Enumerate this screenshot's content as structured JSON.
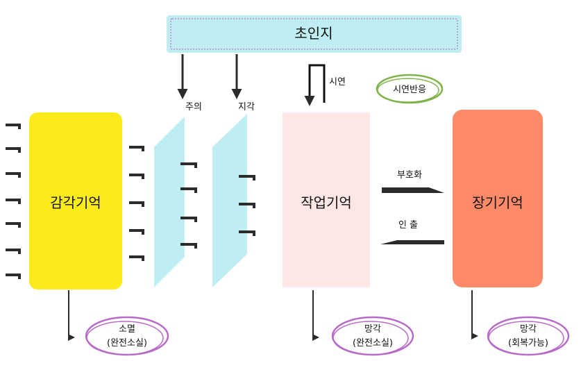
{
  "metacognition": {
    "label": "초인지"
  },
  "sensory_memory": {
    "label": "감각기억"
  },
  "working_memory": {
    "label": "작업기억"
  },
  "long_term_memory": {
    "label": "장기기억"
  },
  "filters": {
    "attention": "주의",
    "perception": "지각"
  },
  "rehearsal": {
    "label": "시연"
  },
  "rehearsal_response": {
    "label": "시연반응"
  },
  "encoding": {
    "label": "부호화"
  },
  "retrieval": {
    "label": "인 출"
  },
  "outcomes": {
    "extinction": {
      "line1": "소멸",
      "line2": "(완전소실)"
    },
    "forgetting_wm": {
      "line1": "망각",
      "line2": "(완전소실)"
    },
    "forgetting_ltm": {
      "line1": "망각",
      "line2": "(회복가능)"
    }
  },
  "colors": {
    "metacognition_fill": "#bfeef2",
    "sensory_fill": "#fbeb1b",
    "filter_fill": "#bfeef2",
    "working_fill": "#fde6e6",
    "long_term_fill": "#ff8a68",
    "outcome_outline": "#b86ac8",
    "rehearsal_outline": "#7fb34a",
    "arrow": "#2b2b2b"
  }
}
